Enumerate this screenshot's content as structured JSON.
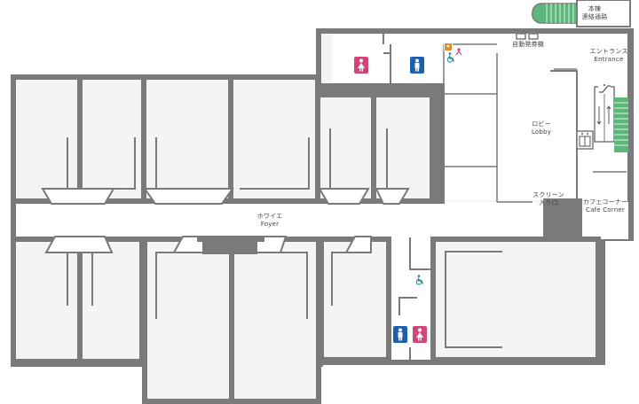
{
  "labels": {
    "main_building_link": [
      "本棟",
      "連絡通路"
    ],
    "ticket_machine": "自動発券機",
    "entrance": [
      "エントランス",
      "Entrance"
    ],
    "lobby": [
      "ロビー",
      "Lobby"
    ],
    "screen_entry": [
      "スクリーン",
      "入り口"
    ],
    "cafe": [
      "カフェコーナー",
      "Cafe Corner"
    ],
    "foyer": [
      "ホワイエ",
      "Foyer"
    ]
  },
  "icons": {
    "restroom_female": "female-restroom-icon",
    "restroom_male": "male-restroom-icon",
    "accessible": "wheelchair-icon",
    "baby": "baby-changing-icon",
    "elevator": "elevator-icon",
    "escalator": "escalator-icon",
    "stairs": "stairs-icon"
  },
  "colors": {
    "wall": "#7a7a7a",
    "floor": "#f4f4f4",
    "female": "#d2457a",
    "male": "#1f5fb0",
    "accessible": "#1a8a8a",
    "stairs": "#5cb87a"
  }
}
